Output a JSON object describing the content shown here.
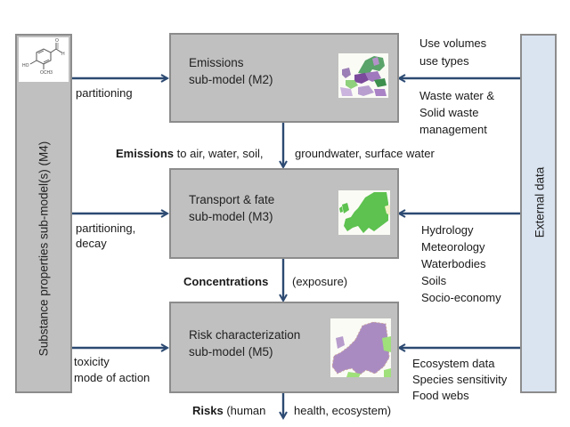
{
  "left_box": {
    "label": "Substance properties sub-model(s) (M4)",
    "molecule_icon": "vanillin-structure-icon",
    "molecule_labels": {
      "ho": "HO",
      "och3": "OCH3",
      "h": "H",
      "o": "O"
    }
  },
  "right_box": {
    "label": "External data"
  },
  "models": [
    {
      "title_line1": "Emissions",
      "title_line2": "sub-model (M2)",
      "map_icon": "europe-emissions-map-icon"
    },
    {
      "title_line1": "Transport & fate",
      "title_line2": "sub-model (M3)",
      "map_icon": "europe-green-map-icon"
    },
    {
      "title_line1": "Risk characterization",
      "title_line2": "sub-model (M5)",
      "map_icon": "europe-risk-map-icon"
    }
  ],
  "left_inputs": [
    {
      "lines": [
        "partitioning"
      ]
    },
    {
      "lines": [
        "partitioning,",
        "decay"
      ]
    },
    {
      "lines": [
        "toxicity",
        "mode of action"
      ]
    }
  ],
  "right_inputs": {
    "m2_above": [
      "Use volumes",
      "use types"
    ],
    "m2_below": [
      "Waste water &",
      "Solid waste",
      "management"
    ],
    "m3": [
      "Hydrology",
      "Meteorology",
      "Waterbodies",
      "Soils",
      "Socio-economy"
    ],
    "m5": [
      "Ecosystem data",
      "Species sensitivity",
      "Food webs"
    ]
  },
  "flows": {
    "emissions": {
      "bold": "Emissions",
      "left": " to air, water, soil,",
      "right": "groundwater, surface water"
    },
    "concentrations": {
      "bold": "Concentrations",
      "right": "(exposure)"
    },
    "risks": {
      "bold": "Risks",
      "left": " (human",
      "right": "health, ecosystem)"
    }
  },
  "colors": {
    "arrow": "#2c4a72",
    "model_box": "#c0c0c0",
    "external_box": "#dae4f1",
    "border": "#8c8c8c"
  }
}
